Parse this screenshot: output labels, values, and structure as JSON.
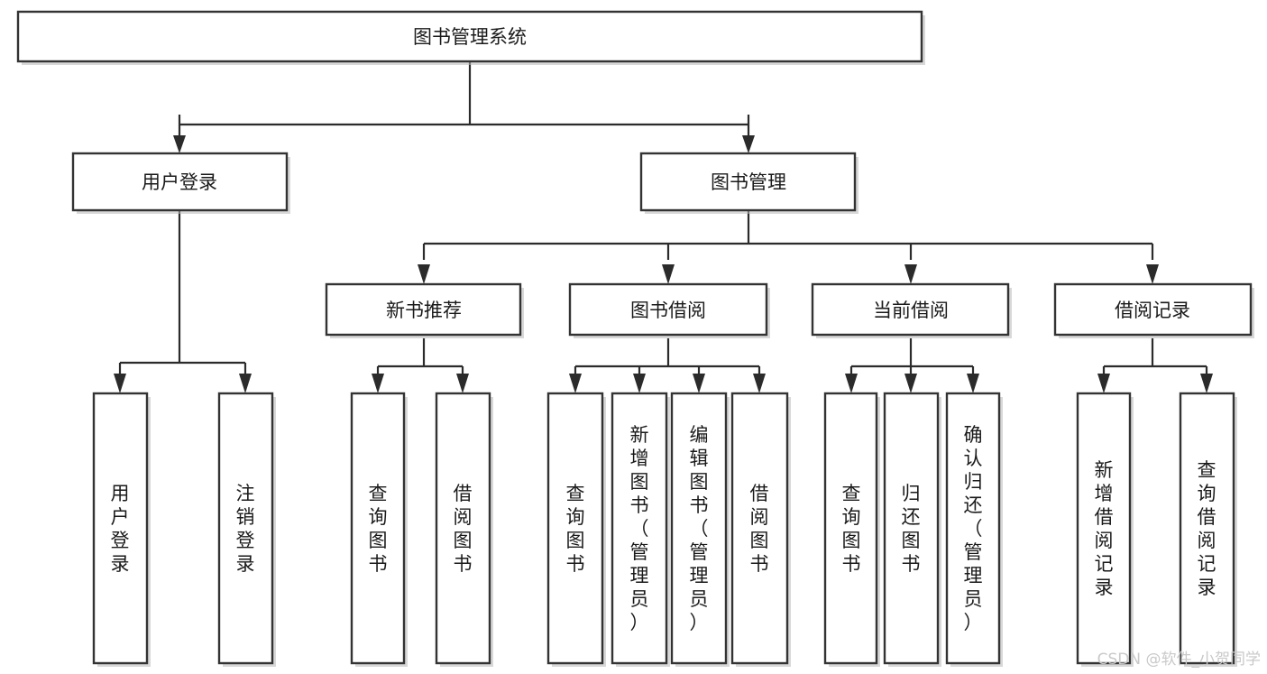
{
  "diagram": {
    "type": "tree",
    "title": "图书管理系统",
    "orientation": "top-down",
    "colors": {
      "box_stroke": "#333333",
      "box_fill": "#ffffff",
      "connector": "#2b2b2b",
      "text": "#1a1a1a",
      "watermark": "#c9c9c9",
      "background": "#ffffff"
    },
    "nodes": {
      "root": {
        "label": "图书管理系统",
        "level": 1,
        "orientation": "horizontal"
      },
      "l2": [
        {
          "id": "user-login",
          "label": "用户登录",
          "level": 2,
          "orientation": "horizontal"
        },
        {
          "id": "book-management",
          "label": "图书管理",
          "level": 2,
          "orientation": "horizontal"
        }
      ],
      "l3": [
        {
          "id": "new-book-recommend",
          "label": "新书推荐",
          "level": 3,
          "orientation": "horizontal",
          "parent": "book-management"
        },
        {
          "id": "book-borrow",
          "label": "图书借阅",
          "level": 3,
          "orientation": "horizontal",
          "parent": "book-management"
        },
        {
          "id": "current-borrow",
          "label": "当前借阅",
          "level": 3,
          "orientation": "horizontal",
          "parent": "book-management"
        },
        {
          "id": "borrow-record",
          "label": "借阅记录",
          "level": 3,
          "orientation": "horizontal",
          "parent": "book-management"
        }
      ],
      "leaves": [
        {
          "id": "leaf-user-login",
          "label": "用户登录",
          "parent": "user-login",
          "orientation": "vertical"
        },
        {
          "id": "leaf-logout",
          "label": "注销登录",
          "parent": "user-login",
          "orientation": "vertical"
        },
        {
          "id": "leaf-query-book-1",
          "label": "查询图书",
          "parent": "new-book-recommend",
          "orientation": "vertical"
        },
        {
          "id": "leaf-borrow-book-1",
          "label": "借阅图书",
          "parent": "new-book-recommend",
          "orientation": "vertical"
        },
        {
          "id": "leaf-query-book-2",
          "label": "查询图书",
          "parent": "book-borrow",
          "orientation": "vertical"
        },
        {
          "id": "leaf-add-book",
          "label": "新增图书（管理员）",
          "parent": "book-borrow",
          "orientation": "vertical"
        },
        {
          "id": "leaf-edit-book",
          "label": "编辑图书（管理员）",
          "parent": "book-borrow",
          "orientation": "vertical"
        },
        {
          "id": "leaf-borrow-book-2",
          "label": "借阅图书",
          "parent": "book-borrow",
          "orientation": "vertical"
        },
        {
          "id": "leaf-query-book-3",
          "label": "查询图书",
          "parent": "current-borrow",
          "orientation": "vertical"
        },
        {
          "id": "leaf-return-book",
          "label": "归还图书",
          "parent": "current-borrow",
          "orientation": "vertical"
        },
        {
          "id": "leaf-confirm-return",
          "label": "确认归还（管理员）",
          "parent": "current-borrow",
          "orientation": "vertical"
        },
        {
          "id": "leaf-add-record",
          "label": "新增借阅记录",
          "parent": "borrow-record",
          "orientation": "vertical"
        },
        {
          "id": "leaf-query-record",
          "label": "查询借阅记录",
          "parent": "borrow-record",
          "orientation": "vertical"
        }
      ]
    }
  },
  "watermark": {
    "text": "CSDN @软件_小贺同学"
  }
}
